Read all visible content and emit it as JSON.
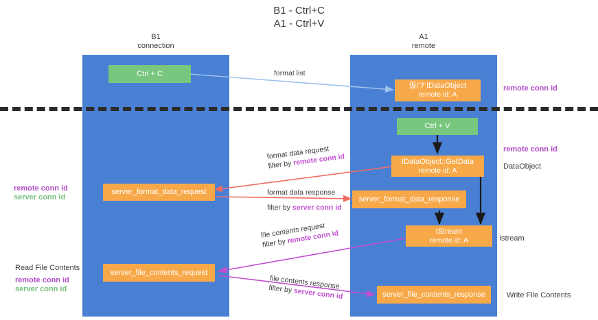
{
  "title": {
    "line1": "B1 - Ctrl+C",
    "line2": "A1 - Ctrl+V"
  },
  "columns": [
    {
      "id": "b1",
      "name": "B1",
      "subtitle": "connection"
    },
    {
      "id": "a1",
      "name": "A1",
      "subtitle": "remote"
    }
  ],
  "legend_colors": {
    "lane": "#4a80d4",
    "green_box": "#79c67f",
    "orange_box": "#f7a94a",
    "remote_conn_id": "#b24fc8",
    "server_conn_id": "#77bf7f",
    "arrow_format_list": "#9dc3ec",
    "arrow_format_data": "#ee6d62",
    "arrow_file_contents": "#c24fd0",
    "arrow_black": "#1a1a1a",
    "divider": "#2b2b2b"
  },
  "nodes": [
    {
      "id": "ctrl-c",
      "label": "Ctrl + C",
      "sub": "",
      "color": "green",
      "lane": "b1"
    },
    {
      "id": "get-idataobject",
      "label": "仮/ナIDataObject",
      "sub": "remote id: A",
      "color": "orange",
      "lane": "a1"
    },
    {
      "id": "ctrl-v",
      "label": "Ctrl + V",
      "sub": "",
      "color": "green",
      "lane": "a1"
    },
    {
      "id": "idataobject-getdata",
      "label": "IDataObject::GetData",
      "sub": "remote id: A",
      "color": "orange",
      "lane": "a1"
    },
    {
      "id": "server-format-data-request",
      "label": "server_format_data_request",
      "sub": "",
      "color": "orange",
      "lane": "b1"
    },
    {
      "id": "server-format-data-response",
      "label": "server_format_data_response",
      "sub": "",
      "color": "orange",
      "lane": "a1"
    },
    {
      "id": "istream",
      "label": "IStream",
      "sub": "remote id: A",
      "color": "orange",
      "lane": "a1"
    },
    {
      "id": "server-file-contents-request",
      "label": "server_file_contents_request",
      "sub": "",
      "color": "orange",
      "lane": "b1"
    },
    {
      "id": "server-file-contents-response",
      "label": "server_file_contents_response",
      "sub": "",
      "color": "orange",
      "lane": "a1"
    }
  ],
  "edge_labels": {
    "format_list": "format list",
    "format_data_request": "format data request",
    "format_data_request_filter_prefix": "filter by ",
    "format_data_request_filter_key": "remote conn id",
    "format_data_response": "format data response",
    "format_data_response_filter_prefix": "filter by ",
    "format_data_response_filter_key": "server conn id",
    "file_contents_request": "file contents request",
    "file_contents_request_filter_prefix": "filter by ",
    "file_contents_request_filter_key": "remote conn id",
    "file_contents_response": "file contents response",
    "file_contents_response_filter_prefix": "filter by ",
    "file_contents_response_filter_key": "server conn id"
  },
  "annotations": {
    "right_remote_conn_id_top": "remote conn id",
    "right_remote_conn_id_mid": "remote conn id",
    "right_dataobject": "DataObject",
    "right_istream": "Istream",
    "right_write_file_contents": "Write File Contents",
    "left_remote_conn_id_mid": "remote conn id",
    "left_server_conn_id_mid": "server conn id",
    "left_read_file_contents": "Read File Contents",
    "left_remote_conn_id_bottom": "remote conn id",
    "left_server_conn_id_bottom": "server conn id"
  }
}
